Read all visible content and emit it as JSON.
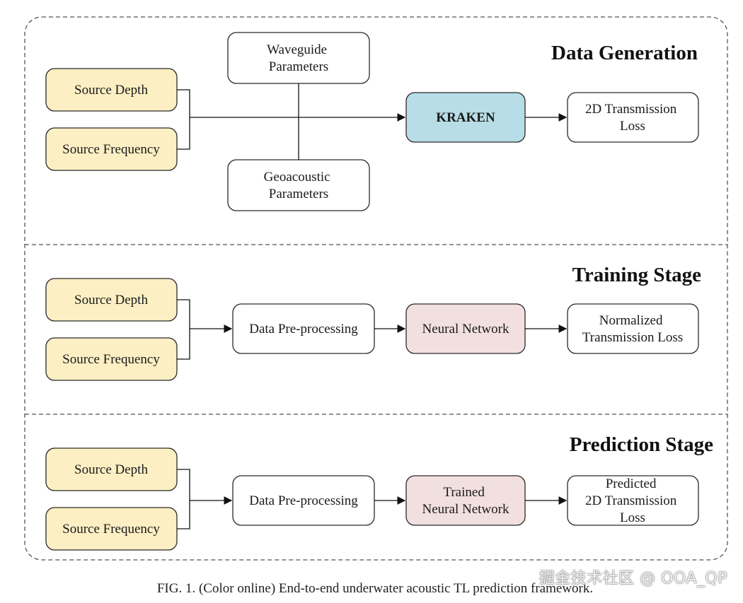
{
  "stages": {
    "data_generation": {
      "title": "Data Generation",
      "source_depth": "Source Depth",
      "source_frequency": "Source Frequency",
      "waveguide": [
        "Waveguide",
        "Parameters"
      ],
      "geoacoustic": [
        "Geoacoustic",
        "Parameters"
      ],
      "kraken": "KRAKEN",
      "output": [
        "2D Transmission",
        "Loss"
      ]
    },
    "training": {
      "title": "Training Stage",
      "source_depth": "Source Depth",
      "source_frequency": "Source Frequency",
      "preprocessing": "Data Pre-processing",
      "network": "Neural Network",
      "output": [
        "Normalized",
        "Transmission Loss"
      ]
    },
    "prediction": {
      "title": "Prediction Stage",
      "source_depth": "Source Depth",
      "source_frequency": "Source Frequency",
      "preprocessing": "Data Pre-processing",
      "network": [
        "Trained",
        "Neural Network"
      ],
      "output": [
        "Predicted",
        "2D Transmission",
        "Loss"
      ]
    }
  },
  "caption": "FIG. 1. (Color online) End-to-end underwater acoustic TL prediction framework.",
  "watermark": "掘金技术社区 @ OOA_QP",
  "colors": {
    "input_fill": "#fcefc3",
    "kraken_fill": "#b8dde6",
    "network_fill": "#f2dfdf",
    "plain_fill": "#ffffff",
    "stroke": "#2a2a2a"
  }
}
